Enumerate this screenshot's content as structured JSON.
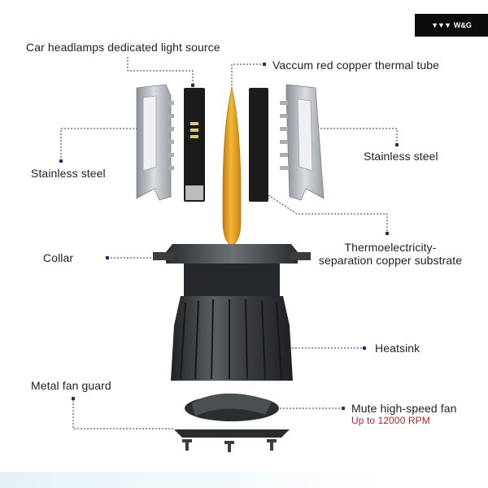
{
  "brand": {
    "name": "W&G",
    "mark_icon": "wg-chevrons-icon"
  },
  "labels": {
    "headlamp_source": "Car headlamps dedicated light source",
    "copper_tube": "Vaccum red copper thermal tube",
    "stainless_left": "Stainless steel",
    "stainless_right": "Stainless steel",
    "substrate_line1": "Thermoelectricity-",
    "substrate_line2": "separation copper substrate",
    "collar": "Collar",
    "heatsink": "Heatsink",
    "fan_guard": "Metal fan guard",
    "fan": "Mute high-speed fan",
    "fan_speed": "Up to 12000 RPM"
  },
  "colors": {
    "copper": "#e8a31f",
    "steel": "#b9bfc5",
    "chip_board": "#1b1b1b",
    "heatsink": "#2f3336",
    "leader_line": "#2b2b6e",
    "accent_red": "#b0262c"
  }
}
